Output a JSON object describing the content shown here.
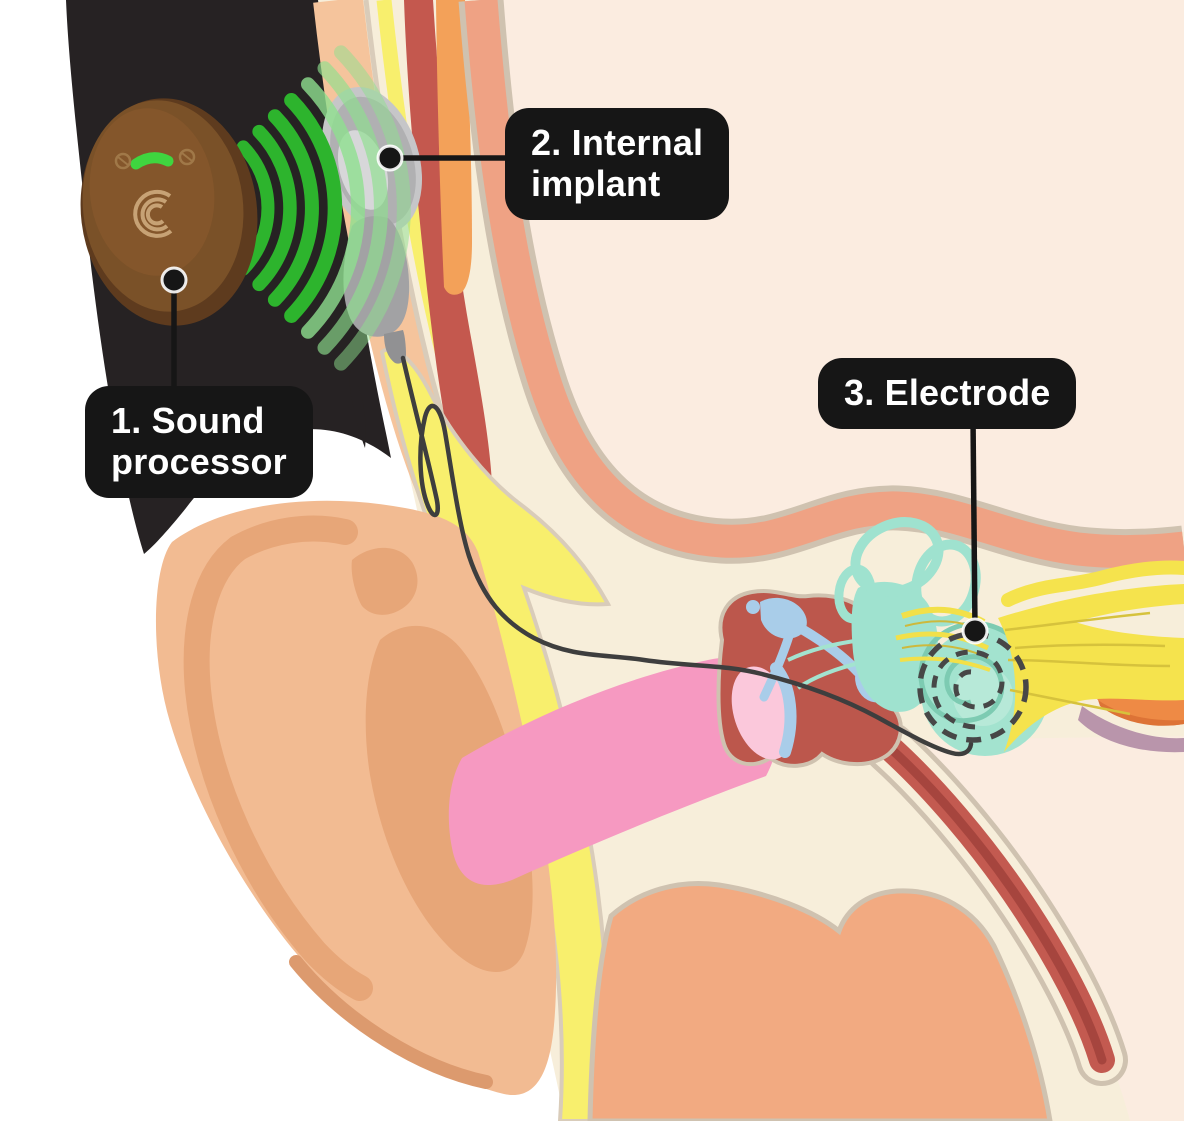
{
  "diagram": {
    "subject": "cochlear-implant-ear-anatomy",
    "labels": [
      {
        "text": "1. Sound\nprocessor"
      },
      {
        "text": "2. Internal\nimplant"
      },
      {
        "text": "3. Electrode"
      }
    ],
    "icons": {
      "signal": "wireless-signal-arcs",
      "led": "status-led",
      "coil": "coil-spiral-icon",
      "electrode_marker": "dashed-electrode-spiral"
    },
    "palette": {
      "label_bg": "#161616",
      "label_text": "#ffffff",
      "signal_green": "#2db42d",
      "signal_green_light": "#8ee08e",
      "led_green": "#3fd53f",
      "processor_brown": "#7a5128",
      "implant_gray": "#b5b5b7",
      "cochlea_teal": "#a3e3cf",
      "ossicle_blue": "#a9cde9",
      "nerve_yellow": "#f5e34d",
      "tissue_yellow": "#f8ef6d",
      "canal_pink": "#f699c1",
      "eardrum_pink": "#fbc8db",
      "muscle_red": "#c4584e",
      "skin_peach": "#f5c49c",
      "ear_peach": "#f2bb92",
      "salmon_band": "#efa284",
      "bone_cream": "#f7eeda",
      "cavity_pink": "#fbece0",
      "hair_black": "#262223",
      "wire_dark": "#3e3e3e",
      "orange_structure": "#ee8a45"
    }
  }
}
